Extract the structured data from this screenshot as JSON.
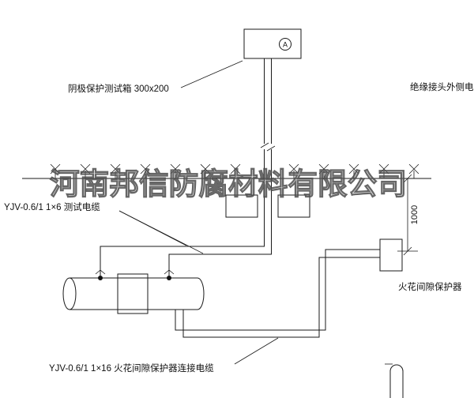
{
  "watermark": "河南邦信防腐材料有限公司",
  "ammeter": "A",
  "labels": {
    "test_box": "阴极保护测试箱 300x200",
    "outer_cable": "绝缘接头外侧电缆",
    "test_cable": "YJV-0.6/1 1×6  测试电缆",
    "spark_gap": "火花间隙保护器",
    "connect_cable": "YJV-0.6/1 1×16  火花间隙保护器连接电缆"
  },
  "dimension": {
    "ground_to_cable_mm": "1000"
  },
  "colors": {
    "line": "#1a1a1a",
    "watermark_stroke": "#3f3f3f",
    "background": "#ffffff"
  }
}
